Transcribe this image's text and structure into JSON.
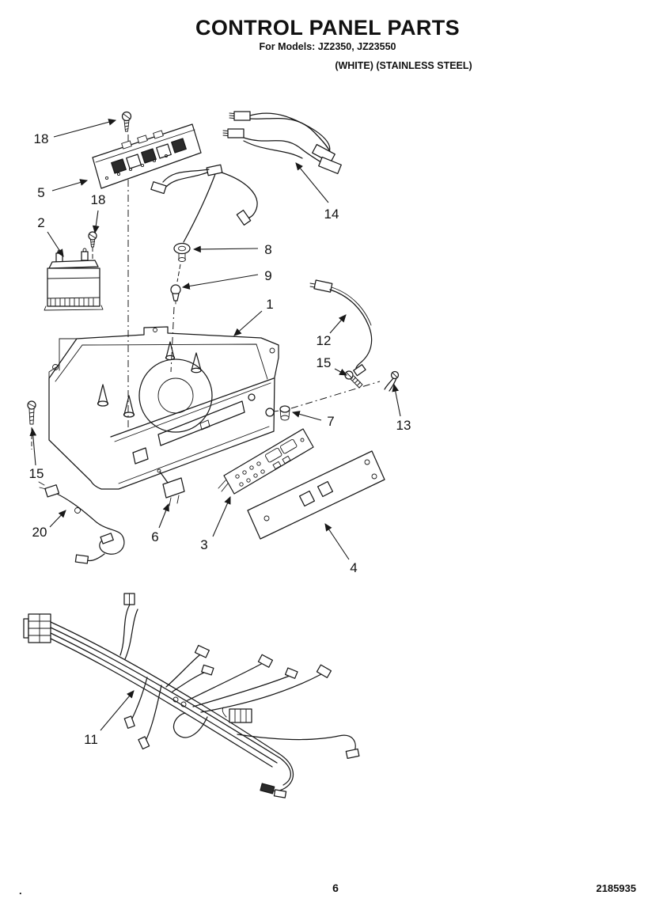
{
  "header": {
    "title": "CONTROL PANEL PARTS",
    "models_line": "For Models: JZ2350, JZ23550",
    "finish_line": "(WHITE) (STAINLESS STEEL)"
  },
  "footer": {
    "left_mark": ".",
    "page_number": "6",
    "doc_number": "2185935"
  },
  "diagram": {
    "ink_color": "#181818",
    "callouts": [
      {
        "id": "18-top",
        "label": "18"
      },
      {
        "id": "5",
        "label": "5"
      },
      {
        "id": "18-lower",
        "label": "18"
      },
      {
        "id": "2",
        "label": "2"
      },
      {
        "id": "8",
        "label": "8"
      },
      {
        "id": "9",
        "label": "9"
      },
      {
        "id": "1",
        "label": "1"
      },
      {
        "id": "14",
        "label": "14"
      },
      {
        "id": "12",
        "label": "12"
      },
      {
        "id": "15-right",
        "label": "15"
      },
      {
        "id": "13",
        "label": "13"
      },
      {
        "id": "7",
        "label": "7"
      },
      {
        "id": "15-left",
        "label": "15"
      },
      {
        "id": "20",
        "label": "20"
      },
      {
        "id": "6",
        "label": "6"
      },
      {
        "id": "3",
        "label": "3"
      },
      {
        "id": "4",
        "label": "4"
      },
      {
        "id": "11",
        "label": "11"
      }
    ]
  }
}
